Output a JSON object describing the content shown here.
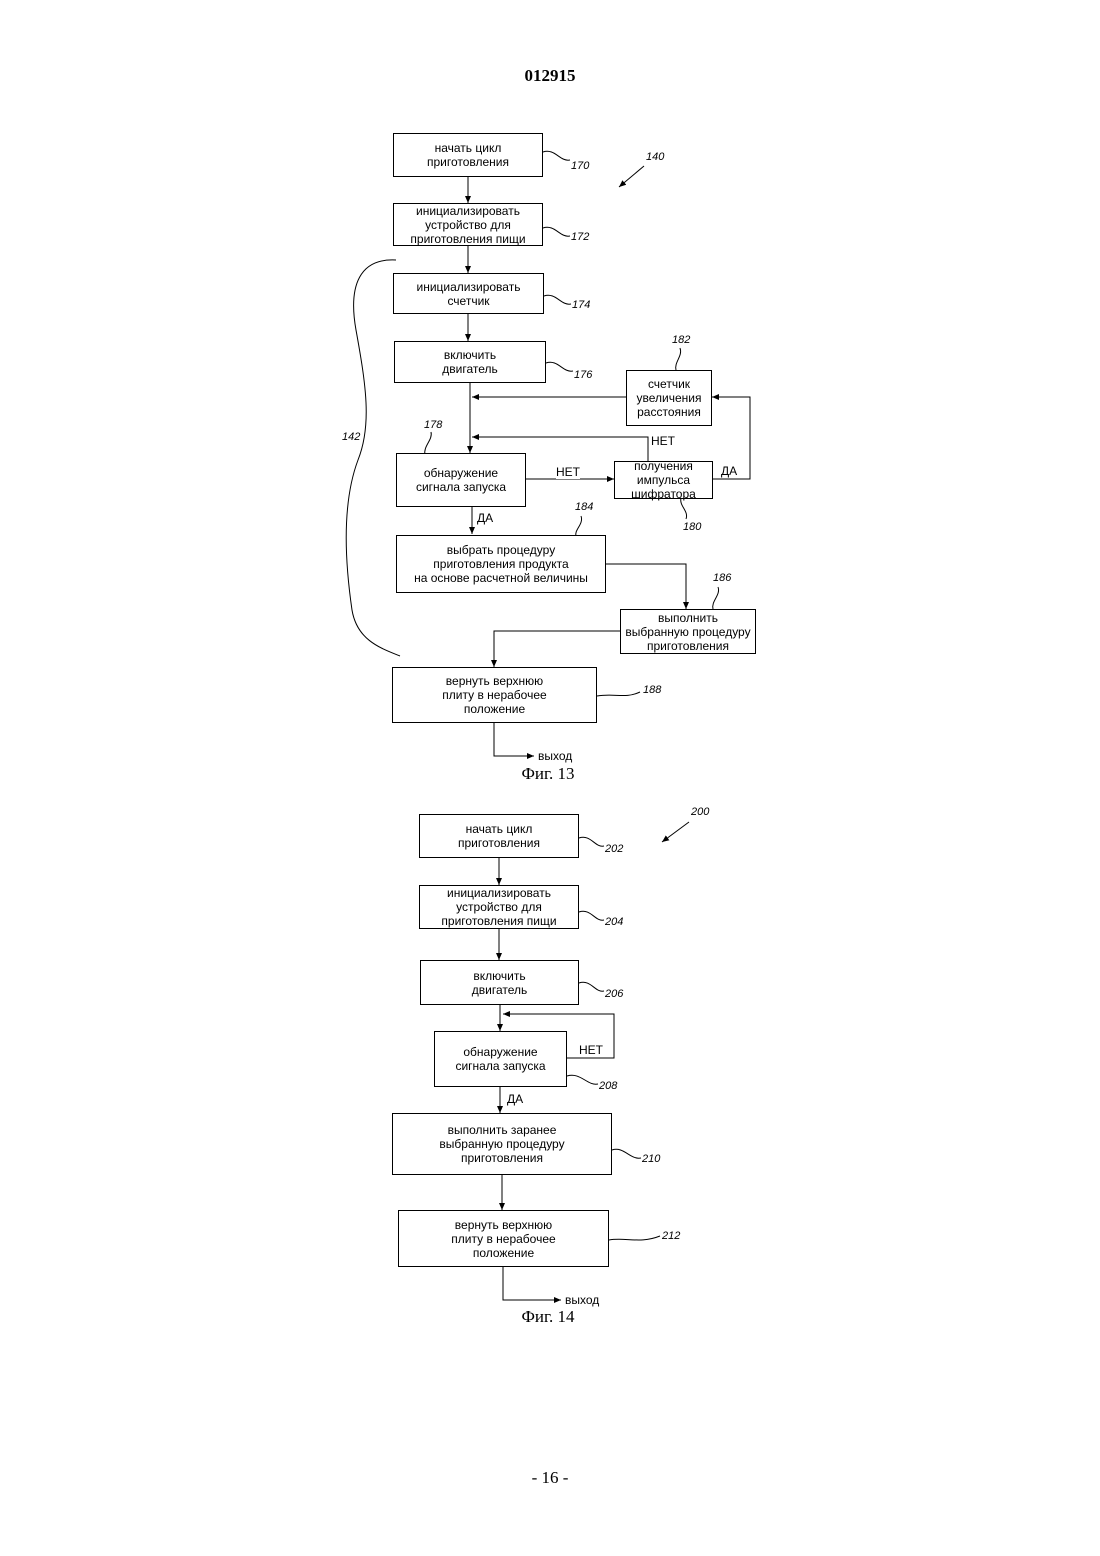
{
  "header": {
    "number": "012915"
  },
  "footer": {
    "page": "- 16 -"
  },
  "fig13": {
    "caption": "Фиг. 13",
    "ref_overall": "140",
    "ref_bracket": "142",
    "boxes": {
      "start": {
        "text": "начать цикл\nприготовления",
        "ref": "170"
      },
      "init_device": {
        "text": "инициализировать\nустройство для\nприготовления пищи",
        "ref": "172"
      },
      "init_counter": {
        "text": "инициализировать\nсчетчик",
        "ref": "174"
      },
      "motor_on": {
        "text": "включить\nдвигатель",
        "ref": "176"
      },
      "counter_inc": {
        "text": "счетчик\nувеличения\nрасстояния",
        "ref": "182"
      },
      "detect": {
        "text": "обнаружение\nсигнала запуска",
        "ref": "178"
      },
      "encoder": {
        "text": "получения\nимпульса\nшифратора",
        "ref": "180"
      },
      "select_proc": {
        "text": "выбрать процедуру\nприготовления продукта\nна основе расчетной величины",
        "ref": "184"
      },
      "execute": {
        "text": "выполнить\nвыбранную процедуру\nприготовления",
        "ref": "186"
      },
      "return_plate": {
        "text": "вернуть верхнюю\nплиту в нерабочее\nположение",
        "ref": "188"
      }
    },
    "labels": {
      "no_detect": "НЕТ",
      "no_encoder": "НЕТ",
      "yes_encoder": "ДА",
      "yes_detect": "ДА",
      "exit": "выход"
    }
  },
  "fig14": {
    "caption": "Фиг. 14",
    "ref_overall": "200",
    "boxes": {
      "start": {
        "text": "начать цикл\nприготовления",
        "ref": "202"
      },
      "init_device": {
        "text": "инициализировать\nустройство для\nприготовления пищи",
        "ref": "204"
      },
      "motor_on": {
        "text": "включить\nдвигатель",
        "ref": "206"
      },
      "detect": {
        "text": "обнаружение\nсигнала запуска",
        "ref": "208"
      },
      "execute": {
        "text": "выполнить заранее\nвыбранную процедуру\nприготовления",
        "ref": "210"
      },
      "return_plate": {
        "text": "вернуть верхнюю\nплиту в нерабочее\nположение",
        "ref": "212"
      }
    },
    "labels": {
      "no_detect": "НЕТ",
      "yes_detect": "ДА",
      "exit": "выход"
    }
  }
}
